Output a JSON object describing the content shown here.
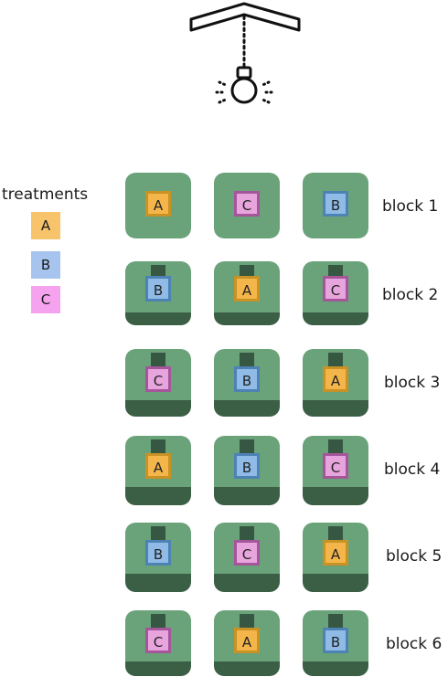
{
  "legend": {
    "title": "treatments",
    "items": [
      {
        "label": "A",
        "color": "#f7c36b"
      },
      {
        "label": "B",
        "color": "#a7c4ef"
      },
      {
        "label": "C",
        "color": "#f5a3ee"
      }
    ]
  },
  "treatment_colors": {
    "A": "#f4b64a",
    "B": "#8fbbe6",
    "C": "#e8a5dd"
  },
  "plot_color": "#6aa27a",
  "blocks": [
    {
      "label": "block 1",
      "plots": [
        "A",
        "C",
        "B"
      ]
    },
    {
      "label": "block 2",
      "plots": [
        "B",
        "A",
        "C"
      ]
    },
    {
      "label": "block 3",
      "plots": [
        "C",
        "B",
        "A"
      ]
    },
    {
      "label": "block 4",
      "plots": [
        "A",
        "B",
        "C"
      ]
    },
    {
      "label": "block 5",
      "plots": [
        "B",
        "C",
        "A"
      ]
    },
    {
      "label": "block 6",
      "plots": [
        "C",
        "A",
        "B"
      ]
    }
  ]
}
